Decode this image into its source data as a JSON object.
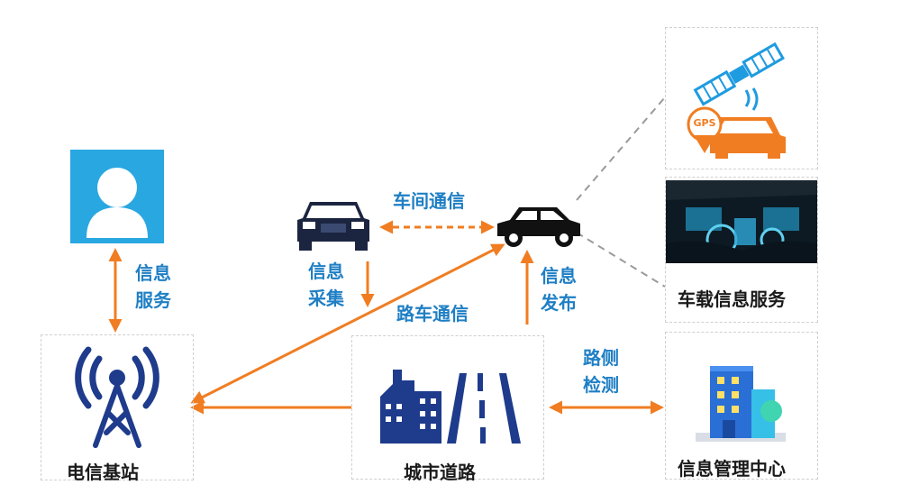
{
  "nodes": {
    "user": "",
    "telecom": "电信基站",
    "city_road": "城市道路",
    "vehicle_service": "车载信息服务",
    "info_center": "信息管理中心"
  },
  "edges": {
    "info_service": [
      "信息",
      "服务"
    ],
    "vehicle_comm": "车间通信",
    "info_collect": [
      "信息",
      "采集"
    ],
    "info_publish": [
      "信息",
      "发布"
    ],
    "road_vehicle_comm": "路车通信",
    "roadside_detect": [
      "路侧",
      "检测"
    ]
  },
  "icons": {
    "gps_badge": "GPS"
  },
  "colors": {
    "arrow": "#f07d22",
    "label": "#1f7fc4",
    "user_bg": "#29a7e1",
    "tower": "#1e3b8c",
    "car_dark": "#1c2540",
    "building": "#2a6fd6"
  }
}
